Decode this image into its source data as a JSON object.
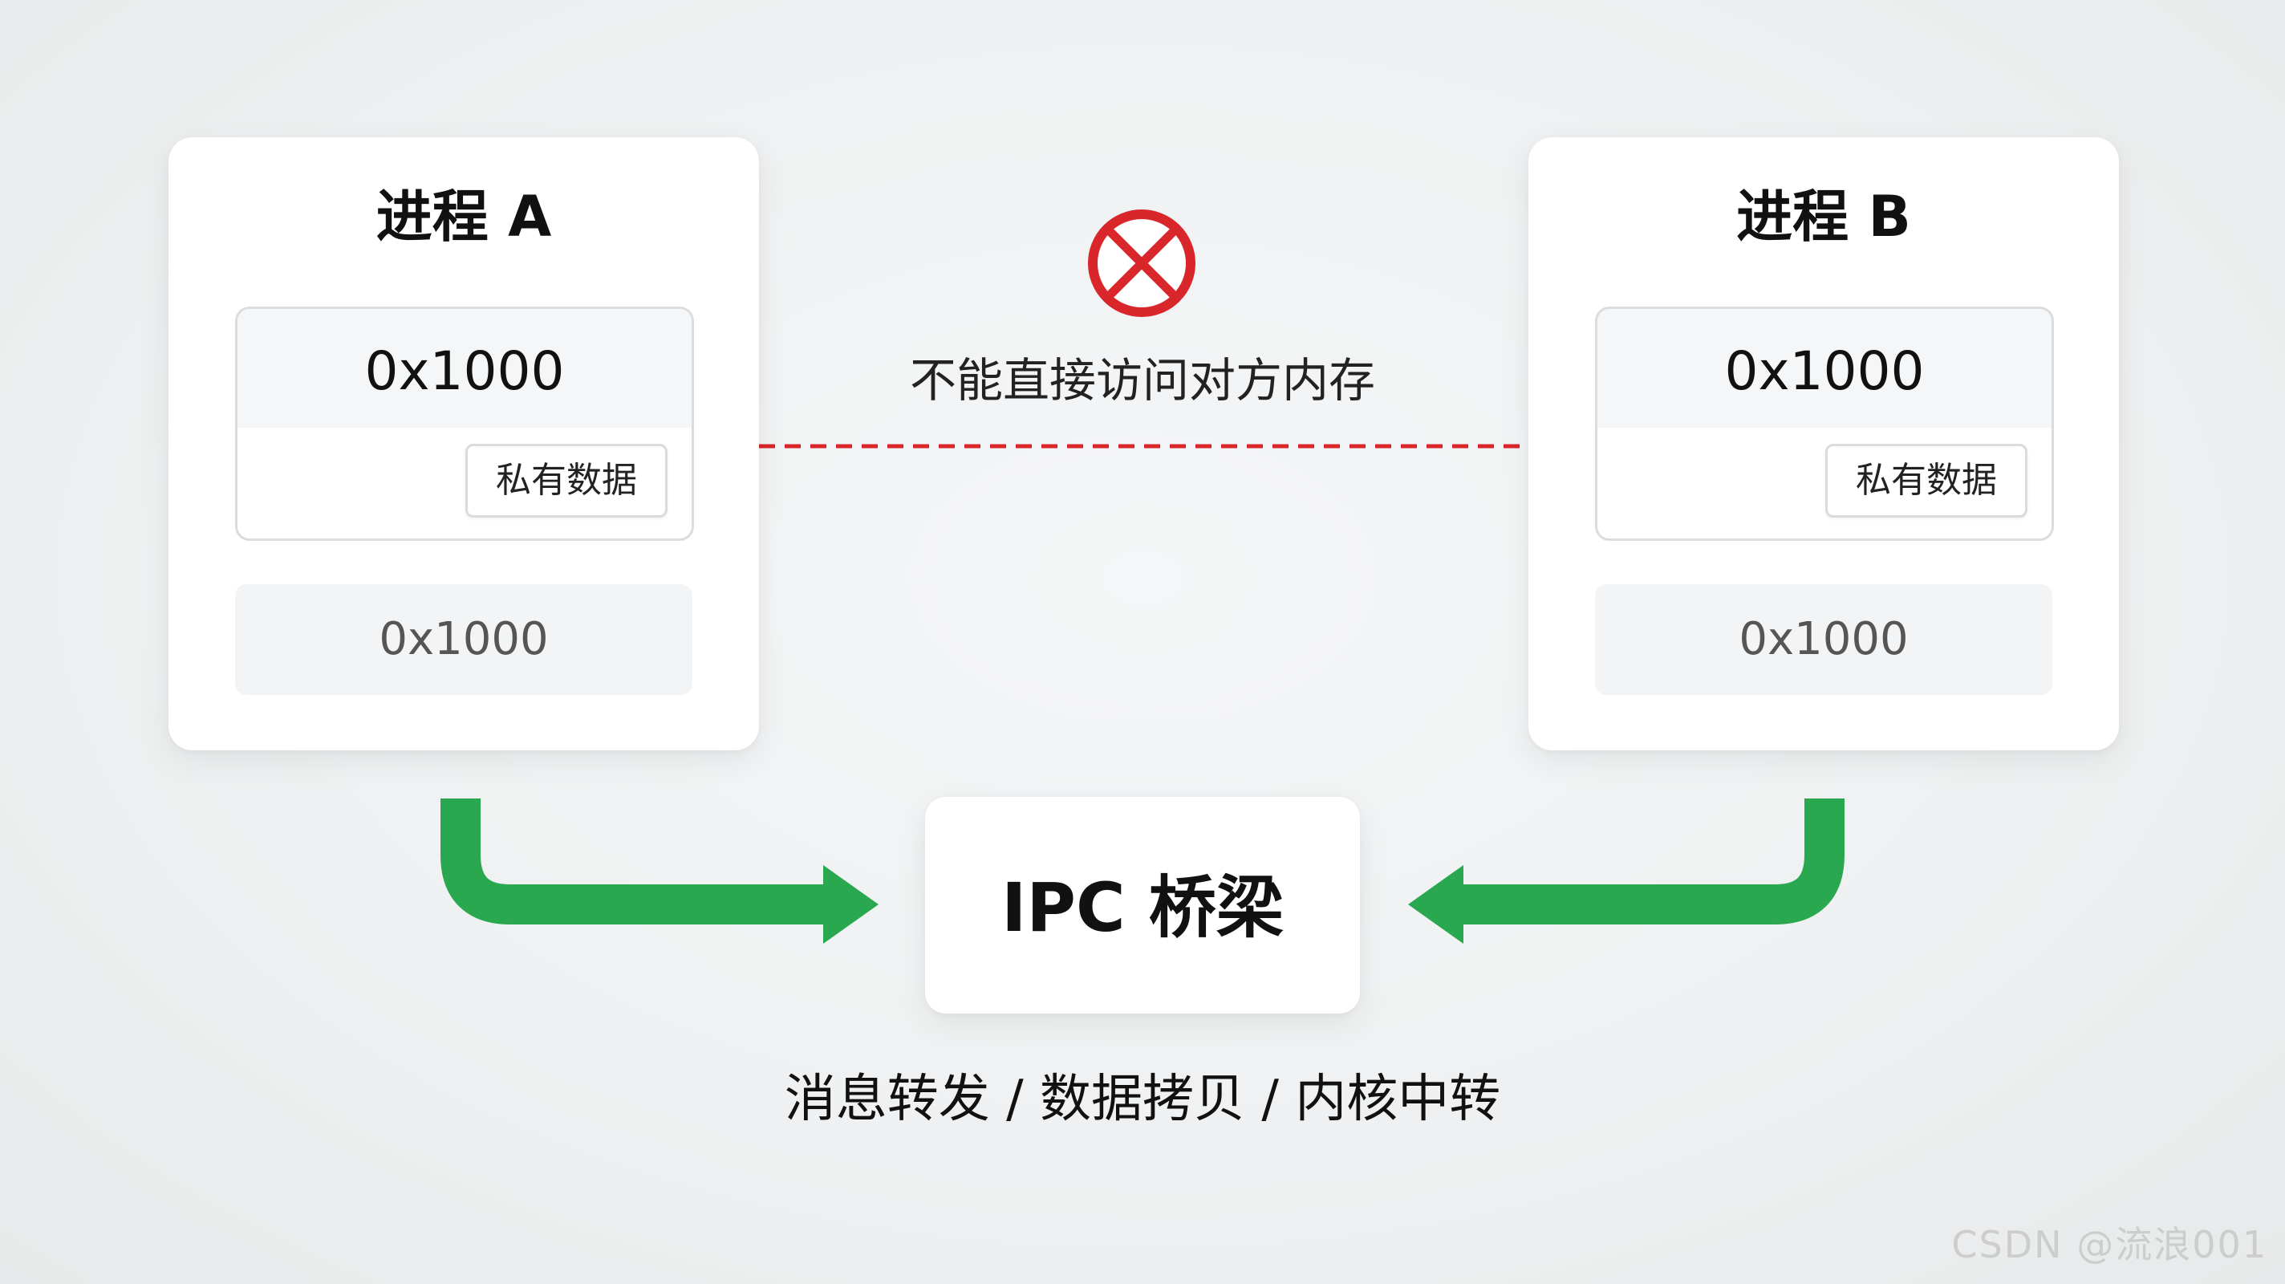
{
  "process_a": {
    "title": "进程 A",
    "address": "0x1000",
    "private_label": "私有数据",
    "sub_address": "0x1000"
  },
  "process_b": {
    "title": "进程 B",
    "address": "0x1000",
    "private_label": "私有数据",
    "sub_address": "0x1000"
  },
  "no_access": {
    "label": "不能直接访问对方内存",
    "icon": "forbidden-icon",
    "color": "#d9262b"
  },
  "ipc": {
    "title": "IPC 桥梁",
    "description": "消息转发 / 数据拷贝 / 内核中转"
  },
  "arrow_color": "#2aa84f",
  "watermark": "CSDN @流浪001"
}
